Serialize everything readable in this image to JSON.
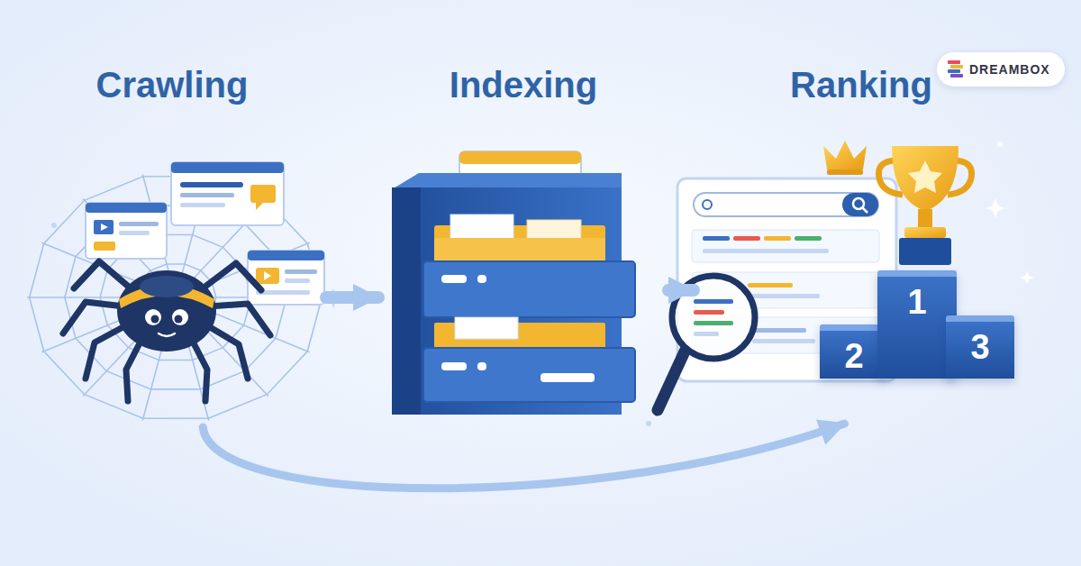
{
  "diagram": {
    "nodes": [
      {
        "text": [
          "Crawling"
        ]
      },
      {
        "text": [
          "Indexing"
        ]
      },
      {
        "text": [
          "Ranking"
        ]
      },
      {
        "text": [
          "2"
        ],
        "in": 2
      },
      {
        "text": [
          "1"
        ],
        "in": 2
      },
      {
        "text": [
          "3"
        ],
        "in": 2
      }
    ],
    "edges": [
      {
        "from": 0,
        "to": 1,
        "arrow": "to"
      },
      {
        "from": 1,
        "to": 2,
        "arrow": "to"
      },
      {
        "from": 0,
        "to": 2,
        "arrow": "to"
      }
    ],
    "labels": [
      "DREAMBOX"
    ]
  }
}
